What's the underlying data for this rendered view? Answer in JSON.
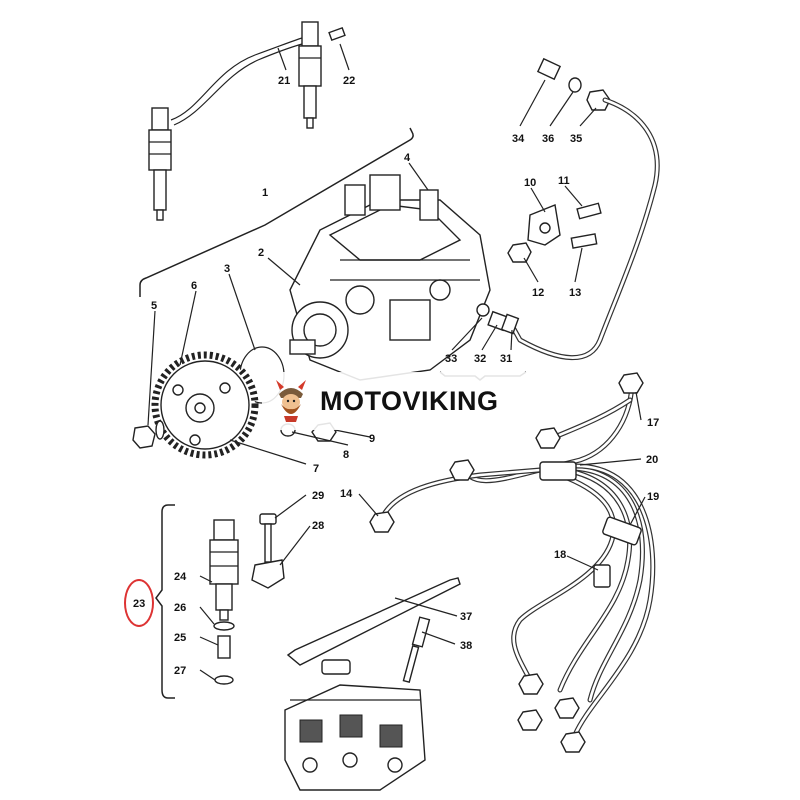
{
  "diagram": {
    "watermark_text": "MOTOVIKING",
    "highlight_color": "#dd3333",
    "callouts": {
      "c1": "1",
      "c2": "2",
      "c3": "3",
      "c4": "4",
      "c5": "5",
      "c6": "6",
      "c7": "7",
      "c8": "8",
      "c9": "9",
      "c10": "10",
      "c11": "11",
      "c12": "12",
      "c13": "13",
      "c14": "14",
      "c17": "17",
      "c18": "18",
      "c19": "19",
      "c20": "20",
      "c21": "21",
      "c22": "22",
      "c23": "23",
      "c24": "24",
      "c25": "25",
      "c26": "26",
      "c27": "27",
      "c28": "28",
      "c29": "29",
      "c31": "31",
      "c32": "32",
      "c33": "33",
      "c34": "34",
      "c35": "35",
      "c36": "36",
      "c37": "37",
      "c38": "38"
    }
  }
}
